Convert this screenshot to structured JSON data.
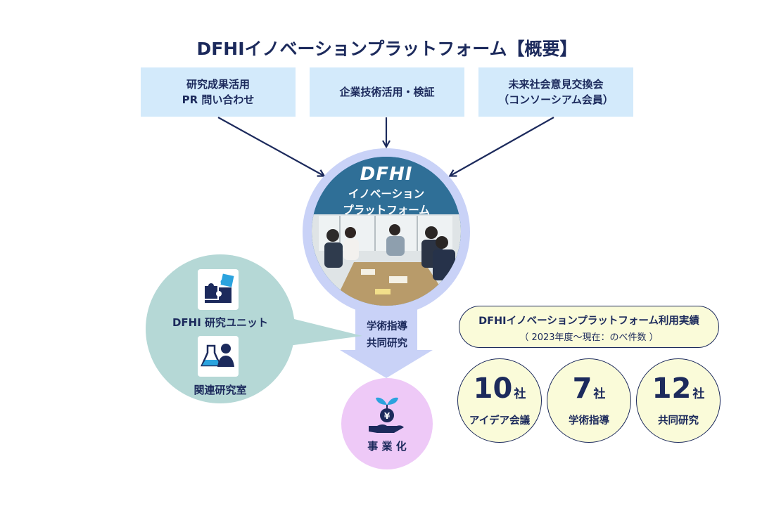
{
  "title": "DFHIイノベーションプラットフォーム【概要】",
  "inputs": [
    {
      "line1": "研究成果活用",
      "line2": "PR 問い合わせ"
    },
    {
      "line1": "企業技術活用・検証",
      "line2": ""
    },
    {
      "line1": "未来社会意見交換会",
      "line2": "（コンソーシアム会員）"
    }
  ],
  "center": {
    "logo": "DFHI",
    "line1": "イノベーション",
    "line2": "プラットフォーム"
  },
  "bubble": {
    "unit_label": "DFHI 研究ユニット",
    "lab_label": "関連研究室",
    "unit_icon": "puzzle-icon",
    "lab_icon": "flask-researcher-icon"
  },
  "flow": {
    "line1": "学術指導",
    "line2": "共同研究"
  },
  "outcome": {
    "label": "事 業 化",
    "icon": "yen-sprout-hand-icon"
  },
  "stats": {
    "title": "DFHIイノベーションプラットフォーム利用実績",
    "subtitle": "（ 2023年度〜現在：のべ件数 ）",
    "items": [
      {
        "value": "10",
        "unit": "社",
        "label": "アイデア会議"
      },
      {
        "value": "7",
        "unit": "社",
        "label": "学術指導"
      },
      {
        "value": "12",
        "unit": "社",
        "label": "共同研究"
      }
    ]
  },
  "colors": {
    "navy": "#1c2a5c",
    "light_blue": "#d3eafb",
    "periwinkle": "#c9d2f7",
    "teal": "#b5d8d6",
    "pink": "#eec9f7",
    "cream": "#fafbd9"
  }
}
